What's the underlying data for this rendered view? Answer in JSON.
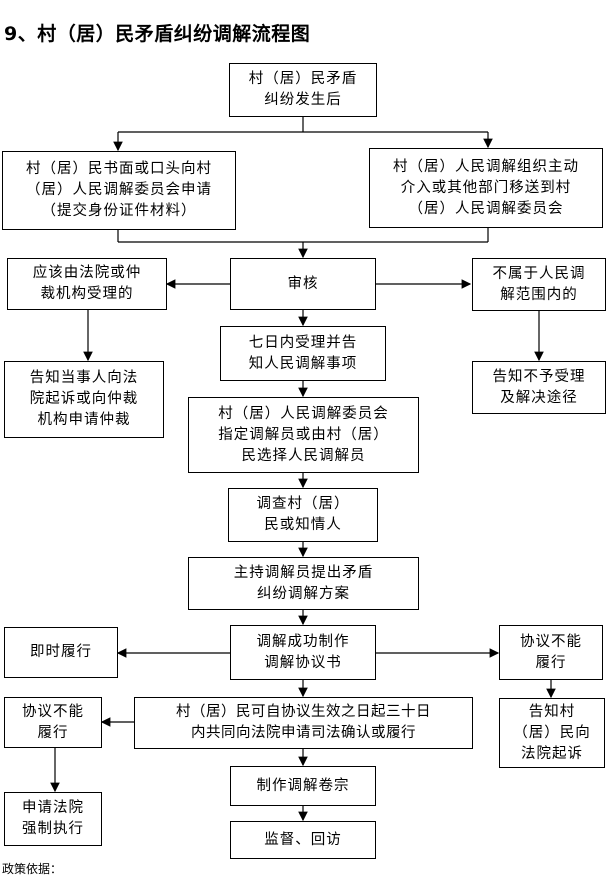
{
  "title": "9、村（居）民矛盾纠纷调解流程图",
  "nodes": {
    "start": "村（居）民矛盾\n纠纷发生后",
    "apply": "村（居）民书面或口头向村\n（居）人民调解委员会申请\n（提交身份证件材料）",
    "transfer": "村（居）人民调解组织主动\n介入或其他部门移送到村\n（居）人民调解委员会",
    "court_case": "应该由法院或仲\n裁机构受理的",
    "review": "审核",
    "not_scope": "不属于人民调\n解范围内的",
    "inform_court": "告知当事人向法\n院起诉或向仲裁\n机构申请仲裁",
    "accept": "七日内受理并告\n知人民调解事项",
    "reject": "告知不予受理\n及解决途径",
    "assign": "村（居）人民调解委员会\n指定调解员或由村（居）\n民选择人民调解员",
    "investigate": "调查村（居）\n民或知情人",
    "propose": "主持调解员提出矛盾\n纠纷调解方案",
    "agreement": "调解成功制作\n调解协议书",
    "perform_now": "即时履行",
    "fail_right": "协议不能\n履行",
    "sue_right": "告知村\n（居）民向\n法院起诉",
    "fail_left": "协议不能\n履行",
    "confirm": "村（居）民可自协议生效之日起三十日\n内共同向法院申请司法确认或履行",
    "enforce": "申请法院\n强制执行",
    "archive": "制作调解卷宗",
    "supervise": "监督、回访"
  },
  "footer": "政策依据："
}
